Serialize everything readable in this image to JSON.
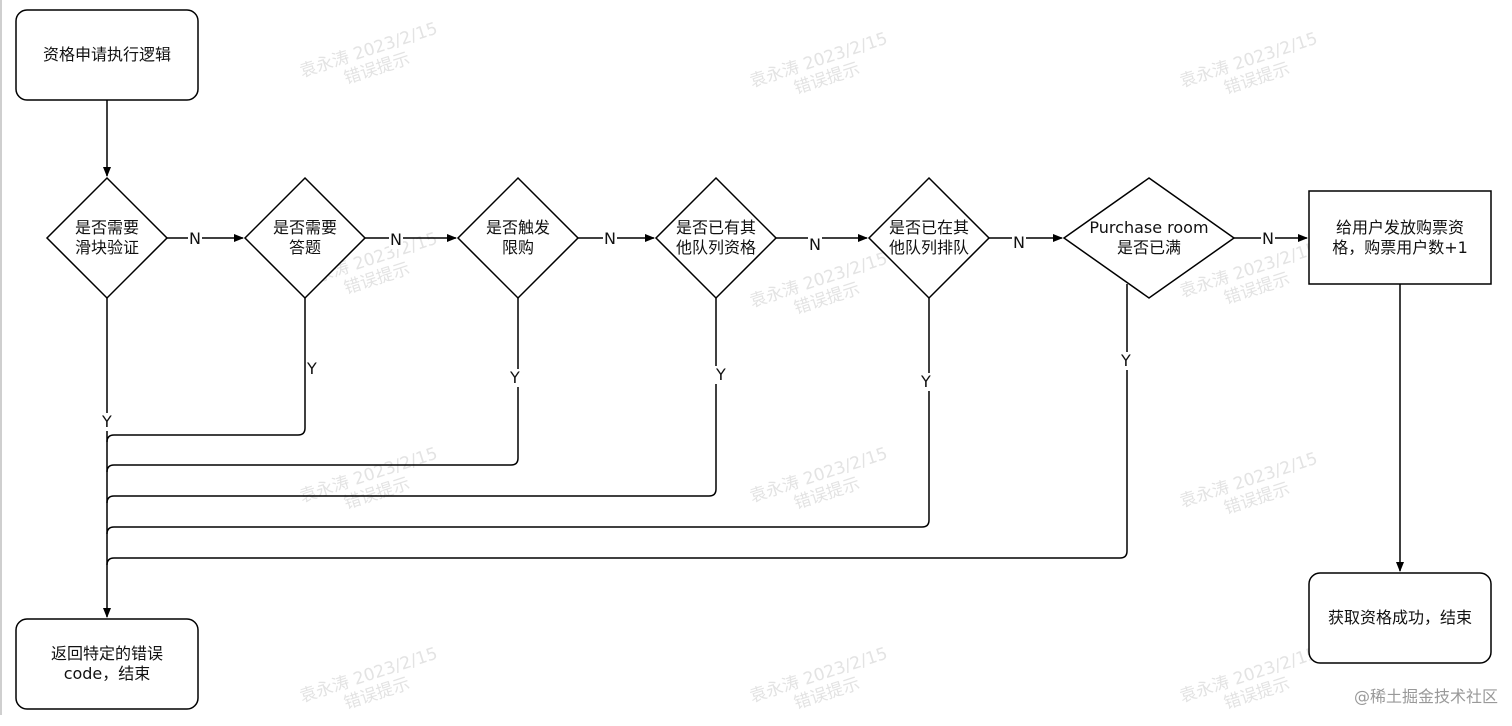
{
  "nodes": {
    "start": "资格申请执行逻辑",
    "d1": "是否需要\n滑块验证",
    "d2": "是否需要\n答题",
    "d3": "是否触发\n限购",
    "d4": "是否已有其\n他队列资格",
    "d5": "是否已在其\n他队列排队",
    "d6": "Purchase room\n是否已满",
    "grant": "给用户发放购票资\n格，购票用户数+1",
    "success": "获取资格成功，结束",
    "error": "返回特定的错误\ncode，结束"
  },
  "labels": {
    "no": "N",
    "yes": "Y"
  },
  "watermark": {
    "line1": "袁永涛 2023/2/15",
    "line2": "错误提示"
  },
  "site_watermark": "@稀土掘金技术社区",
  "colors": {
    "stroke": "#000000",
    "fill": "#ffffff",
    "watermark": "#e3e3e3"
  }
}
